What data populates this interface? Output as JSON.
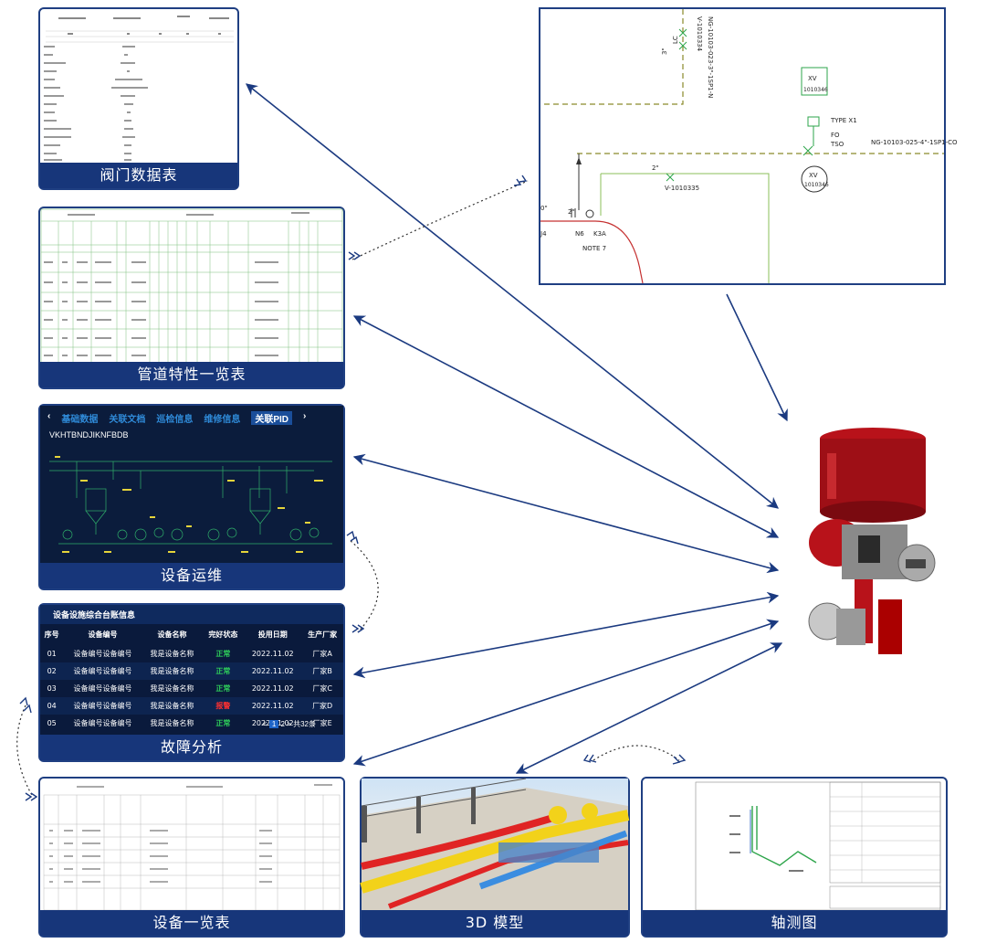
{
  "cards": {
    "valve_datasheet": {
      "caption": "阀门数据表"
    },
    "pipe_list": {
      "caption": "管道特性一览表"
    },
    "equipment_ops": {
      "caption": "设备运维",
      "tabs": [
        "基础数据",
        "关联文档",
        "巡检信息",
        "维修信息",
        "关联PID"
      ],
      "active_tab": "关联PID",
      "code": "VKHTBNDJIKNFBDB"
    },
    "fault_analysis": {
      "caption": "故障分析",
      "title": "设备设施综合台账信息",
      "headers": [
        "序号",
        "设备编号",
        "设备名称",
        "完好状态",
        "投用日期",
        "生产厂家"
      ],
      "rows": [
        [
          "01",
          "设备编号设备编号",
          "我是设备名称",
          "正常",
          "2022.11.02",
          "厂家A"
        ],
        [
          "02",
          "设备编号设备编号",
          "我是设备名称",
          "正常",
          "2022.11.02",
          "厂家B"
        ],
        [
          "03",
          "设备编号设备编号",
          "我是设备名称",
          "正常",
          "2022.11.02",
          "厂家C"
        ],
        [
          "04",
          "设备编号设备编号",
          "我是设备名称",
          "报警",
          "2022.11.02",
          "厂家D"
        ],
        [
          "05",
          "设备编号设备编号",
          "我是设备名称",
          "正常",
          "2022.11.02",
          "厂家E"
        ]
      ],
      "pager": {
        "prev": "<",
        "p1": "1",
        "p2": "2",
        "next": ">",
        "total": "共32条"
      }
    },
    "equipment_list": {
      "caption": "设备一览表"
    },
    "model_3d": {
      "caption": "3D 模型"
    },
    "isometric": {
      "caption": "轴测图"
    }
  },
  "pid": {
    "labels": {
      "v1": "V-1010334",
      "line1": "NG-10103-023-3\"-1SP1-N",
      "size1": "3\"",
      "lc": "LC",
      "xv_tag": "XV",
      "xv_num": "1010346",
      "type": "TYPE X1",
      "fo": "FO",
      "tso": "TSO",
      "line2": "NG-10103-025-4\"-1SP1-CO",
      "xv2_tag": "XV",
      "xv2_num": "1010346",
      "size2": "2\"",
      "v2": "V-1010335",
      "size3": "2\"",
      "n6": "N6",
      "k3a": "K3A",
      "note": "NOTE 7",
      "zero": "0\"",
      "j4": "J4"
    }
  },
  "colors": {
    "brand": "#17367a",
    "arrow": "#1b3a80",
    "green": "#2ecc5a",
    "red": "#ff3030"
  }
}
